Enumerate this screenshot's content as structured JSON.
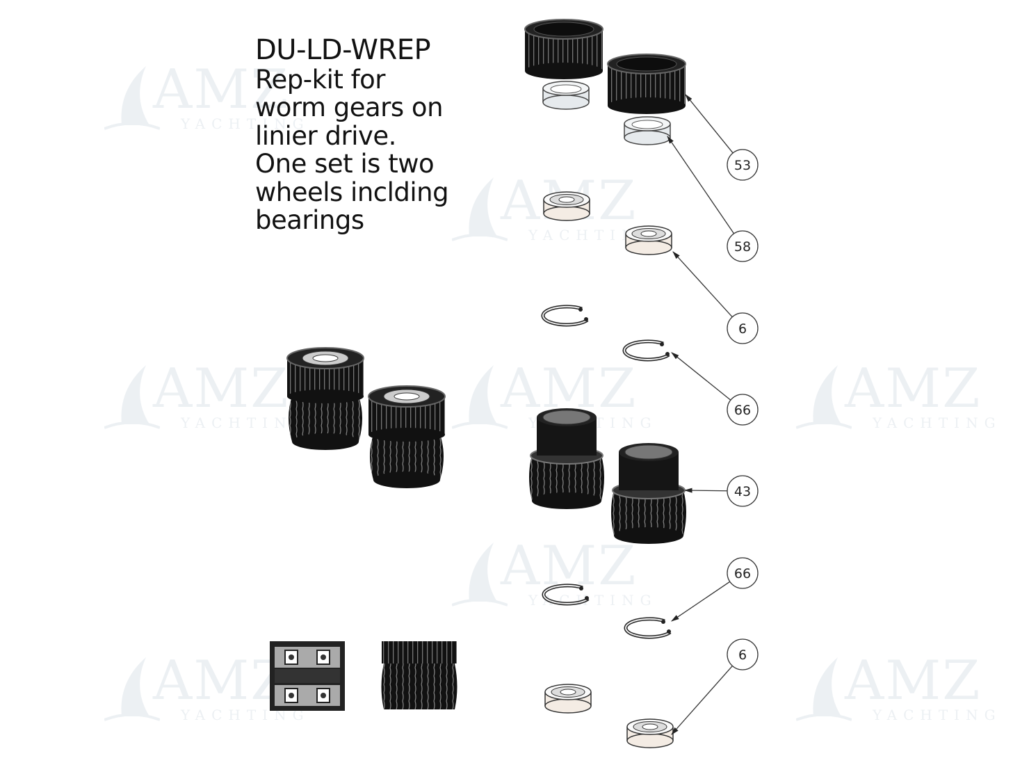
{
  "watermark": {
    "brand": "AMZ",
    "sub": "YACHTING"
  },
  "title": {
    "code": "DU-LD-WREP",
    "lines": [
      "Rep-kit for",
      "worm gears on",
      "linier drive.",
      "One set is two",
      "wheels inclding",
      "bearings"
    ]
  },
  "callouts": [
    {
      "label": "53",
      "part": "gear-ring"
    },
    {
      "label": "58",
      "part": "spacer-washer"
    },
    {
      "label": "6",
      "part": "ball-bearing"
    },
    {
      "label": "66",
      "part": "circlip"
    },
    {
      "label": "43",
      "part": "worm-wheel"
    },
    {
      "label": "66",
      "part": "circlip"
    },
    {
      "label": "6",
      "part": "ball-bearing"
    }
  ],
  "colors": {
    "part_dark": "#1a1a1a",
    "part_light": "#e8ecef",
    "bearing": "#f4ece4",
    "line": "#333333"
  }
}
